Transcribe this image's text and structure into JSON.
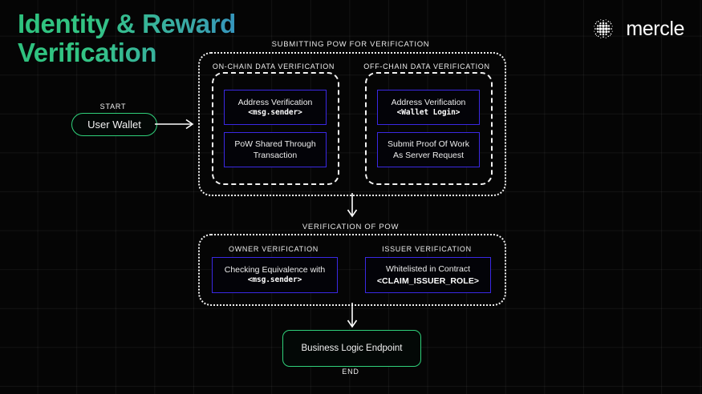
{
  "header": {
    "title": "Identity & Reward\nVerification",
    "brand_name": "mercle",
    "logo_icon": "mercle-halftone-dots-icon"
  },
  "flow": {
    "start_label": "START",
    "start_node": "User Wallet",
    "end_label": "END",
    "end_node": "Business Logic Endpoint",
    "sections": [
      {
        "id": "submitting-pow",
        "label": "SUBMITTING POW FOR VERIFICATION",
        "groups": [
          {
            "id": "on-chain",
            "label": "ON-CHAIN DATA VERIFICATION",
            "boxes": [
              {
                "line1": "Address Verification",
                "line2": "<msg.sender>",
                "line2_style": "mono"
              },
              {
                "line1": "PoW Shared Through",
                "line2": "Transaction",
                "line2_style": "plain"
              }
            ]
          },
          {
            "id": "off-chain",
            "label": "OFF-CHAIN DATA VERIFICATION",
            "boxes": [
              {
                "line1": "Address Verification",
                "line2": "<Wallet Login>",
                "line2_style": "mono"
              },
              {
                "line1": "Submit Proof Of Work",
                "line2": "As Server Request",
                "line2_style": "plain"
              }
            ]
          }
        ]
      },
      {
        "id": "verification-of-pow",
        "label": "VERIFICATION OF POW",
        "groups": [
          {
            "id": "owner",
            "label": "OWNER VERIFICATION",
            "boxes": [
              {
                "line1": "Checking Equivalence with",
                "line2": "<msg.sender>",
                "line2_style": "mono"
              }
            ]
          },
          {
            "id": "issuer",
            "label": "ISSUER VERIFICATION",
            "boxes": [
              {
                "line1": "Whitelisted in Contract",
                "line2": "<CLAIM_ISSUER_ROLE>",
                "line2_style": "bold"
              }
            ]
          }
        ]
      }
    ]
  },
  "colors": {
    "background": "#050505",
    "accent_green": "#2fd07a",
    "accent_blue": "#3a28e3",
    "title_gradient_start": "#2ec27e",
    "title_gradient_end": "#2b6fe0",
    "outline_white": "#f2f2f2"
  }
}
